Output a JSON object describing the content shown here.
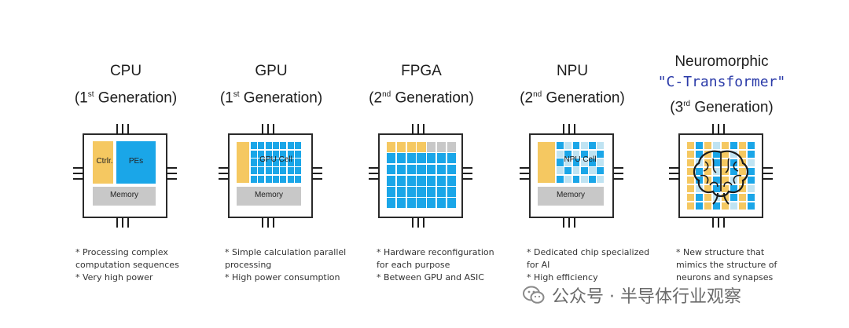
{
  "columns": [
    {
      "name": "CPU",
      "generation": "(1st Generation)",
      "gen_prefix": "(1",
      "gen_sup": "st",
      "gen_suffix": " Generation)",
      "labels": {
        "left": "Ctrlr.",
        "right": "PEs",
        "memory": "Memory"
      },
      "description": "* Processing complex\ncomputation sequences\n* Very high power"
    },
    {
      "name": "GPU",
      "gen_prefix": "(1",
      "gen_sup": "st",
      "gen_suffix": " Generation)",
      "labels": {
        "cell": "GPU Cell",
        "memory": "Memory"
      },
      "description": "* Simple calculation parallel\nprocessing\n* High power consumption"
    },
    {
      "name": "FPGA",
      "gen_prefix": "(2",
      "gen_sup": "nd",
      "gen_suffix": " Generation)",
      "labels": {},
      "description": "* Hardware reconfiguration\nfor each purpose\n* Between GPU and ASIC"
    },
    {
      "name": "NPU",
      "gen_prefix": "(2",
      "gen_sup": "nd",
      "gen_suffix": " Generation)",
      "labels": {
        "cell": "NPU Cell",
        "memory": "Memory"
      },
      "description": "* Dedicated chip specialized\nfor AI\n* High efficiency"
    },
    {
      "name": "Neuromorphic",
      "subtitle": "\"C-Transformer\"",
      "gen_prefix": "(3",
      "gen_sup": "rd",
      "gen_suffix": " Generation)",
      "labels": {},
      "description": "* New structure that\nmimics the structure of\nneurons and synapses"
    }
  ],
  "watermark": {
    "text": "公众号 · 半导体行业观察",
    "icon": "wechat-icon"
  },
  "colors": {
    "yellow": "#f5c861",
    "blue": "#1aa6e8",
    "light_blue": "#bfe3f2",
    "memory_gray": "#c8c8c8"
  }
}
